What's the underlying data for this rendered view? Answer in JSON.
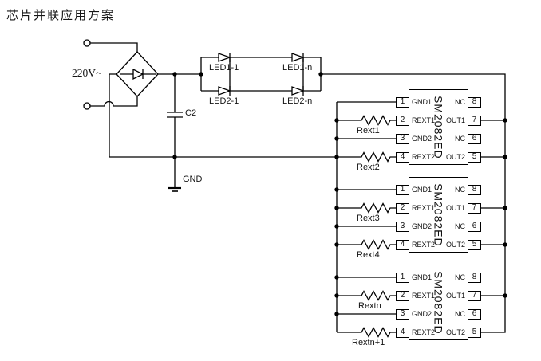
{
  "title": "芯片并联应用方案",
  "power_input": {
    "source_label": "220V~",
    "capacitor_label": "C2",
    "ground_label": "GND"
  },
  "led_strings": {
    "string1_first": "LED1-1",
    "string1_last": "LED1-n",
    "string2_first": "LED2-1",
    "string2_last": "LED2-n"
  },
  "chips": [
    {
      "name": "SM2082ED",
      "left_pins": [
        {
          "num": "1",
          "label": "GND1"
        },
        {
          "num": "2",
          "label": "REXT1"
        },
        {
          "num": "3",
          "label": "GND2"
        },
        {
          "num": "4",
          "label": "REXT2"
        }
      ],
      "right_pins": [
        {
          "num": "8",
          "label": "NC"
        },
        {
          "num": "7",
          "label": "OUT1"
        },
        {
          "num": "6",
          "label": "NC"
        },
        {
          "num": "5",
          "label": "OUT2"
        }
      ],
      "resistors": [
        {
          "label": "Rext1"
        },
        {
          "label": "Rext2"
        }
      ]
    },
    {
      "name": "SM2082ED",
      "left_pins": [
        {
          "num": "1",
          "label": "GND1"
        },
        {
          "num": "2",
          "label": "REXT1"
        },
        {
          "num": "3",
          "label": "GND2"
        },
        {
          "num": "4",
          "label": "REXT2"
        }
      ],
      "right_pins": [
        {
          "num": "8",
          "label": "NC"
        },
        {
          "num": "7",
          "label": "OUT1"
        },
        {
          "num": "6",
          "label": "NC"
        },
        {
          "num": "5",
          "label": "OUT2"
        }
      ],
      "resistors": [
        {
          "label": "Rext3"
        },
        {
          "label": "Rext4"
        }
      ]
    },
    {
      "name": "SM2082ED",
      "left_pins": [
        {
          "num": "1",
          "label": "GND1"
        },
        {
          "num": "2",
          "label": "REXT1"
        },
        {
          "num": "3",
          "label": "GND2"
        },
        {
          "num": "4",
          "label": "REXT2"
        }
      ],
      "right_pins": [
        {
          "num": "8",
          "label": "NC"
        },
        {
          "num": "7",
          "label": "OUT1"
        },
        {
          "num": "6",
          "label": "NC"
        },
        {
          "num": "5",
          "label": "OUT2"
        }
      ],
      "resistors": [
        {
          "label": "Rextn"
        },
        {
          "label": "Rextn+1"
        }
      ]
    }
  ]
}
